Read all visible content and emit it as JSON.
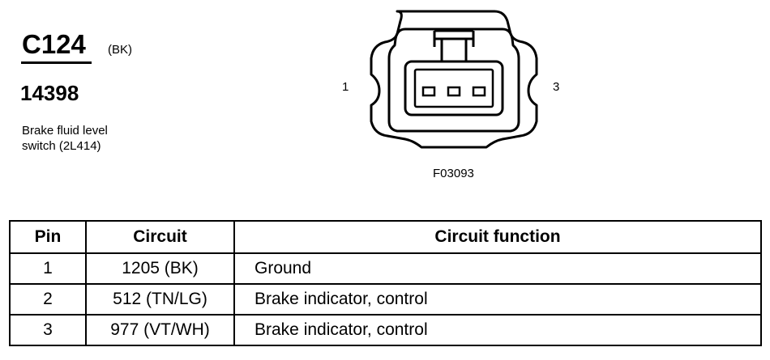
{
  "connector": {
    "id": "C124",
    "color": "(BK)",
    "part_number": "14398",
    "description_line1": "Brake fluid level",
    "description_line2": "switch (2L414)"
  },
  "diagram": {
    "pin_left": "1",
    "pin_right": "3",
    "figure_id": "F03093"
  },
  "table": {
    "headers": [
      "Pin",
      "Circuit",
      "Circuit function"
    ],
    "rows": [
      {
        "pin": "1",
        "circuit": "1205 (BK)",
        "function": "Ground"
      },
      {
        "pin": "2",
        "circuit": "512 (TN/LG)",
        "function": "Brake indicator, control"
      },
      {
        "pin": "3",
        "circuit": "977 (VT/WH)",
        "function": "Brake indicator, control"
      }
    ]
  }
}
